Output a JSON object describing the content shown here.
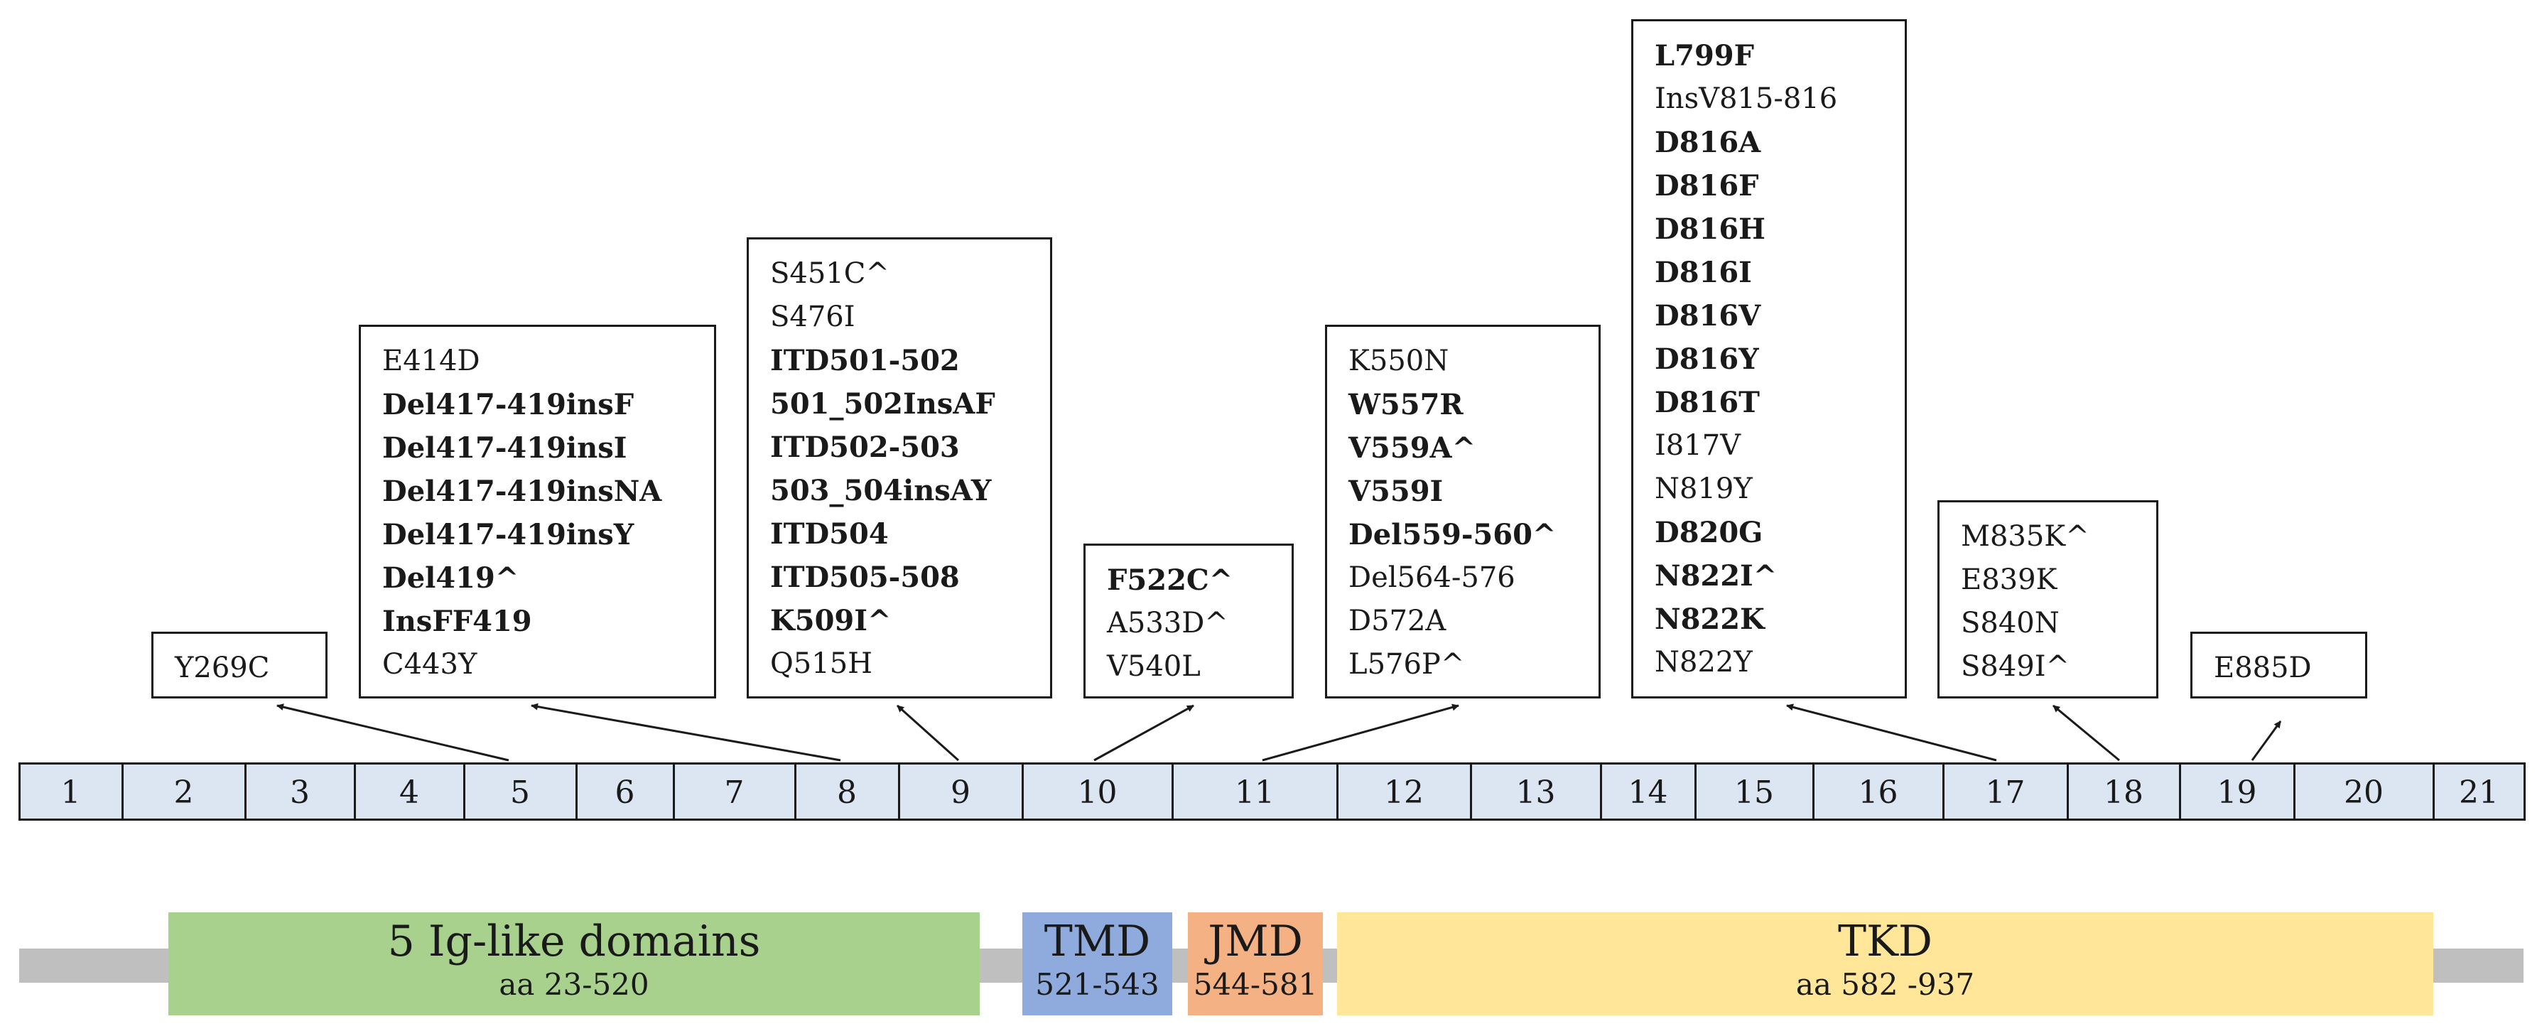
{
  "exons": [
    "1",
    "2",
    "3",
    "4",
    "5",
    "6",
    "7",
    "8",
    "9",
    "10",
    "11",
    "12",
    "13",
    "14",
    "15",
    "16",
    "17",
    "18",
    "19",
    "20",
    "21"
  ],
  "mutation_boxes": [
    {
      "id": "box-exon2",
      "mutations": [
        {
          "text": "Y269C",
          "bold": false
        }
      ]
    },
    {
      "id": "box-exon8",
      "mutations": [
        {
          "text": "E414D",
          "bold": false
        },
        {
          "text": "Del417-419insF",
          "bold": true
        },
        {
          "text": "Del417-419insI",
          "bold": true
        },
        {
          "text": "Del417-419insNA",
          "bold": true
        },
        {
          "text": "Del417-419insY",
          "bold": true
        },
        {
          "text": "Del419^",
          "bold": true
        },
        {
          "text": "InsFF419",
          "bold": true
        },
        {
          "text": "C443Y",
          "bold": false
        }
      ]
    },
    {
      "id": "box-exon9",
      "mutations": [
        {
          "text": "S451C^",
          "bold": false
        },
        {
          "text": "S476I",
          "bold": false
        },
        {
          "text": "ITD501-502",
          "bold": true
        },
        {
          "text": "501_502InsAF",
          "bold": true
        },
        {
          "text": "ITD502-503",
          "bold": true
        },
        {
          "text": "503_504insAY",
          "bold": true
        },
        {
          "text": "ITD504",
          "bold": true
        },
        {
          "text": "ITD505-508",
          "bold": true
        },
        {
          "text": "K509I^",
          "bold": true
        },
        {
          "text": "Q515H",
          "bold": false
        }
      ]
    },
    {
      "id": "box-exon10",
      "mutations": [
        {
          "text": "F522C^",
          "bold": true
        },
        {
          "text": "A533D^",
          "bold": false
        },
        {
          "text": "V540L",
          "bold": false
        }
      ]
    },
    {
      "id": "box-exon11",
      "mutations": [
        {
          "text": "K550N",
          "bold": false
        },
        {
          "text": "W557R",
          "bold": true
        },
        {
          "text": "V559A^",
          "bold": true
        },
        {
          "text": "V559I",
          "bold": true
        },
        {
          "text": "Del559-560^",
          "bold": true
        },
        {
          "text": "Del564-576",
          "bold": false
        },
        {
          "text": "D572A",
          "bold": false
        },
        {
          "text": "L576P^",
          "bold": false
        }
      ]
    },
    {
      "id": "box-exon17",
      "mutations": [
        {
          "text": "L799F",
          "bold": true
        },
        {
          "text": "InsV815-816",
          "bold": false
        },
        {
          "text": "D816A",
          "bold": true
        },
        {
          "text": "D816F",
          "bold": true
        },
        {
          "text": "D816H",
          "bold": true
        },
        {
          "text": "D816I",
          "bold": true
        },
        {
          "text": "D816V",
          "bold": true
        },
        {
          "text": "D816Y",
          "bold": true
        },
        {
          "text": "D816T",
          "bold": true
        },
        {
          "text": "I817V",
          "bold": false
        },
        {
          "text": "N819Y",
          "bold": false
        },
        {
          "text": "D820G",
          "bold": true
        },
        {
          "text": "N822I^",
          "bold": true
        },
        {
          "text": "N822K",
          "bold": true
        },
        {
          "text": "N822Y",
          "bold": false
        }
      ]
    },
    {
      "id": "box-exon18",
      "mutations": [
        {
          "text": "M835K^",
          "bold": false
        },
        {
          "text": "E839K",
          "bold": false
        },
        {
          "text": "S840N",
          "bold": false
        },
        {
          "text": "S849I^",
          "bold": false
        }
      ]
    },
    {
      "id": "box-exon19",
      "mutations": [
        {
          "text": "E885D",
          "bold": false
        }
      ]
    }
  ],
  "domains": [
    {
      "id": "ig",
      "name": "5 Ig-like domains",
      "range": "aa 23-520",
      "color": "#a9d18e"
    },
    {
      "id": "tmd",
      "name": "TMD",
      "range": "521-543",
      "color": "#8faadc"
    },
    {
      "id": "jmd",
      "name": "JMD",
      "range": "544-581",
      "color": "#f4b183"
    },
    {
      "id": "tkd",
      "name": "TKD",
      "range": "aa 582 -937",
      "color": "#ffe699"
    }
  ],
  "colors": {
    "exon_fill": "#dce6f3",
    "backbone": "#bfbfbf",
    "outline": "#1a1a1a"
  }
}
